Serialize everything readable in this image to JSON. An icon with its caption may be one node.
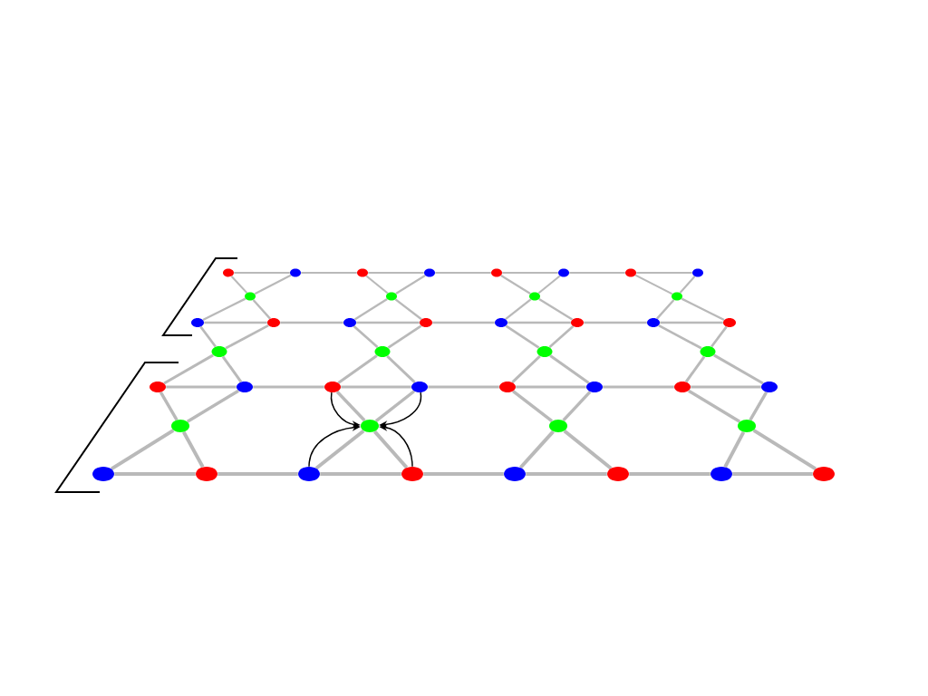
{
  "diagram": {
    "nodes": [
      {
        "text": [],
        "shape": "circle"
      },
      {
        "text": [],
        "shape": "circle"
      },
      {
        "text": [],
        "shape": "circle"
      },
      {
        "text": [],
        "shape": "circle"
      },
      {
        "text": [],
        "shape": "circle"
      },
      {
        "text": [],
        "shape": "circle"
      },
      {
        "text": [],
        "shape": "circle"
      },
      {
        "text": [],
        "shape": "circle"
      },
      {
        "text": [],
        "shape": "circle"
      },
      {
        "text": [],
        "shape": "circle"
      },
      {
        "text": [],
        "shape": "circle"
      },
      {
        "text": [],
        "shape": "circle"
      },
      {
        "text": [],
        "shape": "circle"
      },
      {
        "text": [],
        "shape": "circle"
      },
      {
        "text": [],
        "shape": "circle"
      },
      {
        "text": [],
        "shape": "circle"
      },
      {
        "text": [],
        "shape": "circle"
      },
      {
        "text": [],
        "shape": "circle"
      },
      {
        "text": [],
        "shape": "circle"
      },
      {
        "text": [],
        "shape": "circle"
      },
      {
        "text": [],
        "shape": "circle"
      },
      {
        "text": [],
        "shape": "circle"
      },
      {
        "text": [],
        "shape": "circle"
      },
      {
        "text": [],
        "shape": "circle"
      },
      {
        "text": [],
        "shape": "circle"
      },
      {
        "text": [],
        "shape": "circle"
      },
      {
        "text": [],
        "shape": "circle"
      },
      {
        "text": [],
        "shape": "circle"
      },
      {
        "text": [],
        "shape": "circle"
      },
      {
        "text": [],
        "shape": "circle"
      },
      {
        "text": [],
        "shape": "circle"
      },
      {
        "text": [],
        "shape": "circle"
      },
      {
        "text": [],
        "shape": "circle"
      },
      {
        "text": [],
        "shape": "circle"
      },
      {
        "text": [],
        "shape": "circle"
      },
      {
        "text": [],
        "shape": "circle"
      },
      {
        "text": [],
        "shape": "circle"
      },
      {
        "text": [],
        "shape": "circle"
      },
      {
        "text": [],
        "shape": "circle"
      },
      {
        "text": [],
        "shape": "circle"
      },
      {
        "text": [],
        "shape": "circle"
      },
      {
        "text": [],
        "shape": "circle"
      },
      {
        "text": [],
        "shape": "circle"
      },
      {
        "text": [],
        "shape": "circle"
      }
    ],
    "edges": [
      {
        "from": 0,
        "to": 1,
        "arrow": "none"
      },
      {
        "from": 1,
        "to": 2,
        "arrow": "none"
      },
      {
        "from": 2,
        "to": 3,
        "arrow": "none"
      },
      {
        "from": 3,
        "to": 4,
        "arrow": "none"
      },
      {
        "from": 4,
        "to": 5,
        "arrow": "none"
      },
      {
        "from": 5,
        "to": 6,
        "arrow": "none"
      },
      {
        "from": 6,
        "to": 7,
        "arrow": "none"
      },
      {
        "from": 12,
        "to": 13,
        "arrow": "none"
      },
      {
        "from": 13,
        "to": 14,
        "arrow": "none"
      },
      {
        "from": 14,
        "to": 15,
        "arrow": "none"
      },
      {
        "from": 15,
        "to": 16,
        "arrow": "none"
      },
      {
        "from": 16,
        "to": 17,
        "arrow": "none"
      },
      {
        "from": 17,
        "to": 18,
        "arrow": "none"
      },
      {
        "from": 18,
        "to": 19,
        "arrow": "none"
      },
      {
        "from": 24,
        "to": 25,
        "arrow": "none"
      },
      {
        "from": 25,
        "to": 26,
        "arrow": "none"
      },
      {
        "from": 26,
        "to": 27,
        "arrow": "none"
      },
      {
        "from": 27,
        "to": 28,
        "arrow": "none"
      },
      {
        "from": 28,
        "to": 29,
        "arrow": "none"
      },
      {
        "from": 29,
        "to": 30,
        "arrow": "none"
      },
      {
        "from": 30,
        "to": 31,
        "arrow": "none"
      },
      {
        "from": 36,
        "to": 37,
        "arrow": "none"
      },
      {
        "from": 37,
        "to": 38,
        "arrow": "none"
      },
      {
        "from": 38,
        "to": 39,
        "arrow": "none"
      },
      {
        "from": 39,
        "to": 40,
        "arrow": "none"
      },
      {
        "from": 40,
        "to": 41,
        "arrow": "none"
      },
      {
        "from": 41,
        "to": 42,
        "arrow": "none"
      },
      {
        "from": 42,
        "to": 43,
        "arrow": "none"
      },
      {
        "from": 0,
        "to": 8,
        "arrow": "none"
      },
      {
        "from": 1,
        "to": 8,
        "arrow": "none"
      },
      {
        "from": 8,
        "to": 12,
        "arrow": "none"
      },
      {
        "from": 8,
        "to": 13,
        "arrow": "none"
      },
      {
        "from": 2,
        "to": 9,
        "arrow": "none"
      },
      {
        "from": 3,
        "to": 9,
        "arrow": "none"
      },
      {
        "from": 9,
        "to": 14,
        "arrow": "none"
      },
      {
        "from": 9,
        "to": 15,
        "arrow": "none"
      },
      {
        "from": 4,
        "to": 10,
        "arrow": "none"
      },
      {
        "from": 5,
        "to": 10,
        "arrow": "none"
      },
      {
        "from": 10,
        "to": 16,
        "arrow": "none"
      },
      {
        "from": 10,
        "to": 17,
        "arrow": "none"
      },
      {
        "from": 6,
        "to": 11,
        "arrow": "none"
      },
      {
        "from": 7,
        "to": 11,
        "arrow": "none"
      },
      {
        "from": 11,
        "to": 18,
        "arrow": "none"
      },
      {
        "from": 11,
        "to": 19,
        "arrow": "none"
      },
      {
        "from": 12,
        "to": 20,
        "arrow": "none"
      },
      {
        "from": 13,
        "to": 20,
        "arrow": "none"
      },
      {
        "from": 20,
        "to": 24,
        "arrow": "none"
      },
      {
        "from": 20,
        "to": 25,
        "arrow": "none"
      },
      {
        "from": 14,
        "to": 21,
        "arrow": "none"
      },
      {
        "from": 15,
        "to": 21,
        "arrow": "none"
      },
      {
        "from": 21,
        "to": 26,
        "arrow": "none"
      },
      {
        "from": 21,
        "to": 27,
        "arrow": "none"
      },
      {
        "from": 16,
        "to": 22,
        "arrow": "none"
      },
      {
        "from": 17,
        "to": 22,
        "arrow": "none"
      },
      {
        "from": 22,
        "to": 28,
        "arrow": "none"
      },
      {
        "from": 22,
        "to": 29,
        "arrow": "none"
      },
      {
        "from": 18,
        "to": 23,
        "arrow": "none"
      },
      {
        "from": 19,
        "to": 23,
        "arrow": "none"
      },
      {
        "from": 23,
        "to": 30,
        "arrow": "none"
      },
      {
        "from": 23,
        "to": 31,
        "arrow": "none"
      },
      {
        "from": 24,
        "to": 32,
        "arrow": "none"
      },
      {
        "from": 25,
        "to": 32,
        "arrow": "none"
      },
      {
        "from": 32,
        "to": 36,
        "arrow": "none"
      },
      {
        "from": 32,
        "to": 37,
        "arrow": "none"
      },
      {
        "from": 26,
        "to": 33,
        "arrow": "none"
      },
      {
        "from": 27,
        "to": 33,
        "arrow": "none"
      },
      {
        "from": 33,
        "to": 38,
        "arrow": "none"
      },
      {
        "from": 33,
        "to": 39,
        "arrow": "none"
      },
      {
        "from": 28,
        "to": 34,
        "arrow": "none"
      },
      {
        "from": 29,
        "to": 34,
        "arrow": "none"
      },
      {
        "from": 34,
        "to": 40,
        "arrow": "none"
      },
      {
        "from": 34,
        "to": 41,
        "arrow": "none"
      },
      {
        "from": 30,
        "to": 35,
        "arrow": "none"
      },
      {
        "from": 31,
        "to": 35,
        "arrow": "none"
      },
      {
        "from": 35,
        "to": 42,
        "arrow": "none"
      },
      {
        "from": 35,
        "to": 43,
        "arrow": "none"
      },
      {
        "from": 26,
        "to": 33,
        "arrow": "to",
        "color": "#000000"
      },
      {
        "from": 27,
        "to": 33,
        "arrow": "to",
        "color": "#000000"
      },
      {
        "from": 38,
        "to": 33,
        "arrow": "to",
        "color": "#000000"
      },
      {
        "from": 39,
        "to": 33,
        "arrow": "to",
        "color": "#000000"
      }
    ]
  }
}
